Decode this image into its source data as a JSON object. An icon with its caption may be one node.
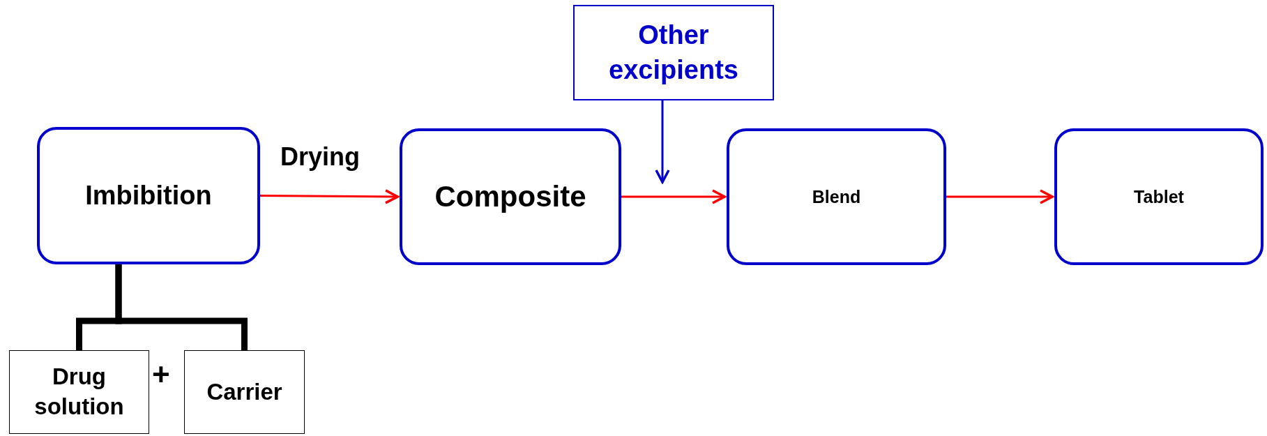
{
  "diagram": {
    "nodes": [
      {
        "text": [
          "Other excipients"
        ]
      },
      {
        "text": [
          "Imbibition"
        ]
      },
      {
        "text": [
          "Composite"
        ]
      },
      {
        "text": [
          "Blend"
        ]
      },
      {
        "text": [
          "Tablet"
        ]
      },
      {
        "text": [
          "Drug solution"
        ]
      },
      {
        "text": [
          "Carrier"
        ]
      }
    ],
    "edges": [
      {
        "from": 5,
        "to": 1,
        "arrow": "none",
        "style": "thick",
        "color": "#000000"
      },
      {
        "from": 6,
        "to": 1,
        "arrow": "none",
        "style": "thick",
        "color": "#000000"
      },
      {
        "from": 1,
        "to": 2,
        "arrow": "to",
        "label": "Drying"
      },
      {
        "from": 2,
        "to": 3,
        "arrow": "to"
      },
      {
        "from": 3,
        "to": 4,
        "arrow": "to"
      },
      {
        "from": 0,
        "to": null,
        "arrow": "to",
        "color": "#0000cc"
      }
    ],
    "labels": [
      "+"
    ]
  }
}
